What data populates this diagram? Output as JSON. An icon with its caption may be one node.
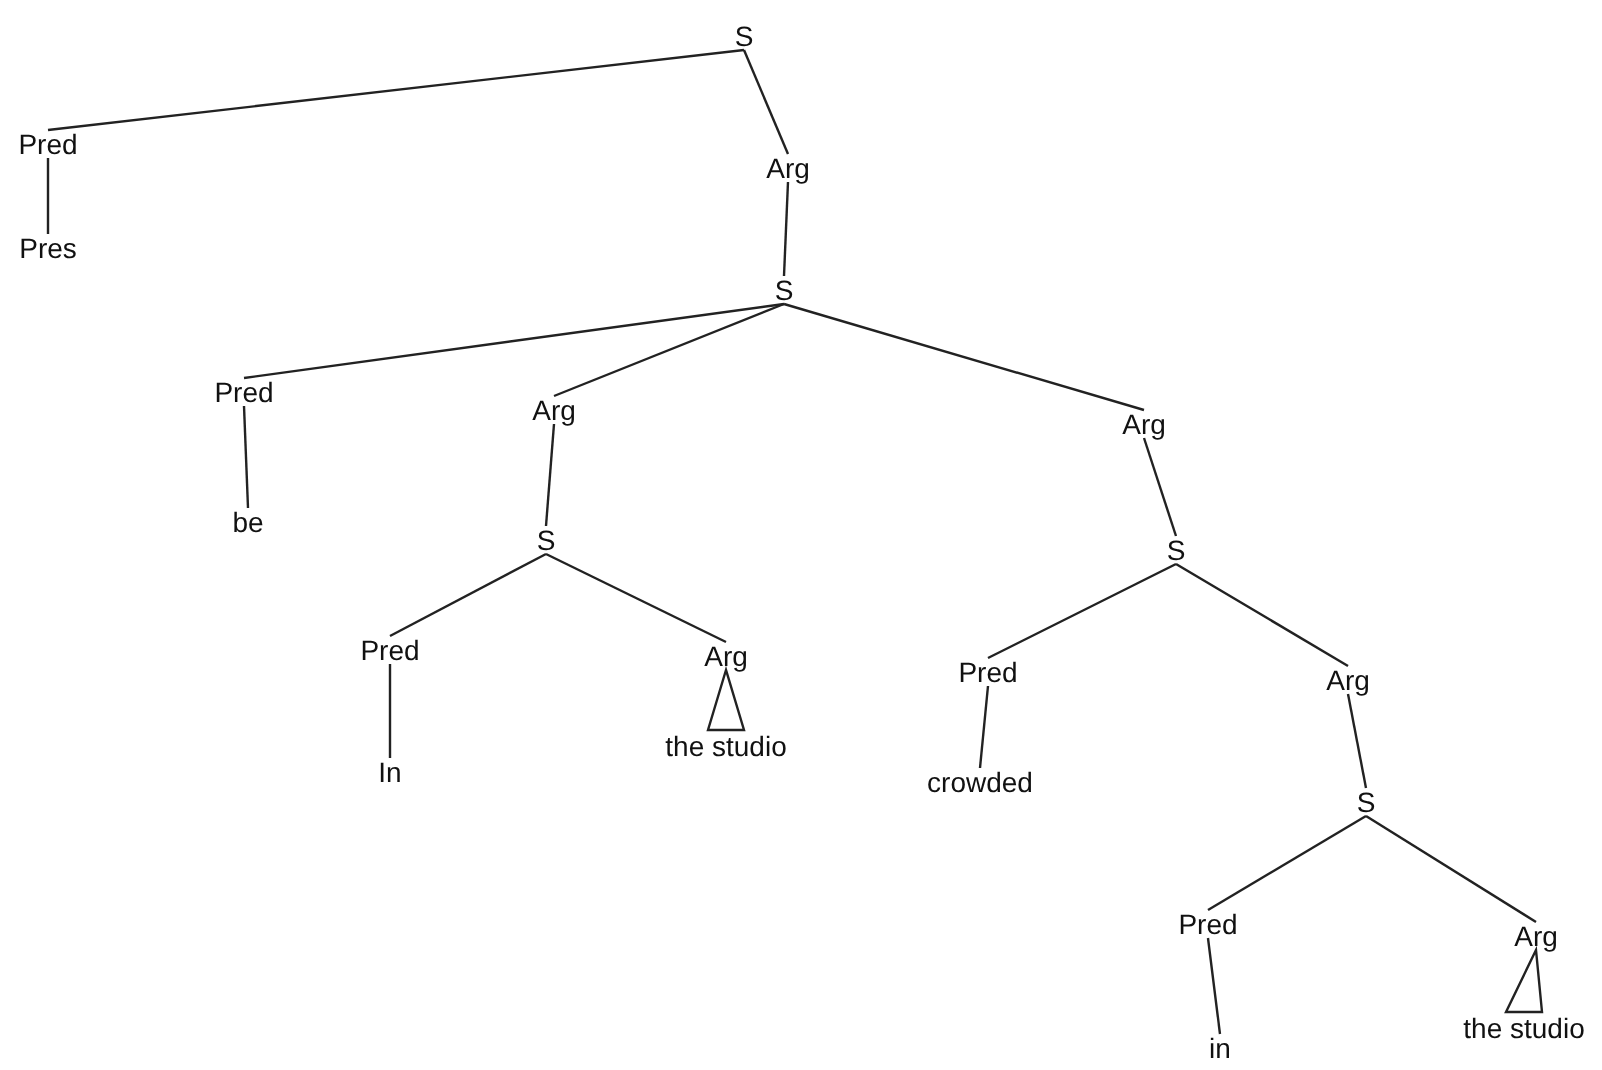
{
  "diagram": {
    "nodes": [
      {
        "text": [
          "S"
        ]
      },
      {
        "text": [
          "Pred"
        ]
      },
      {
        "text": [
          "Arg"
        ]
      },
      {
        "text": [
          "Pres"
        ]
      },
      {
        "text": [
          "S"
        ]
      },
      {
        "text": [
          "Pred"
        ]
      },
      {
        "text": [
          "Arg"
        ]
      },
      {
        "text": [
          "Arg"
        ]
      },
      {
        "text": [
          "be"
        ]
      },
      {
        "text": [
          "S"
        ]
      },
      {
        "text": [
          "S"
        ]
      },
      {
        "text": [
          "Pred"
        ]
      },
      {
        "text": [
          "Arg"
        ]
      },
      {
        "text": [
          "Pred"
        ]
      },
      {
        "text": [
          "Arg"
        ]
      },
      {
        "text": [
          "In"
        ]
      },
      {
        "text": [
          "the studio"
        ]
      },
      {
        "text": [
          "crowded"
        ]
      },
      {
        "text": [
          "S"
        ]
      },
      {
        "text": [
          "Pred"
        ]
      },
      {
        "text": [
          "Arg"
        ]
      },
      {
        "text": [
          "in"
        ]
      },
      {
        "text": [
          "the studio"
        ]
      }
    ],
    "edges": [
      {
        "from": 0,
        "to": 1,
        "arrow": "none"
      },
      {
        "from": 0,
        "to": 2,
        "arrow": "none"
      },
      {
        "from": 1,
        "to": 3,
        "arrow": "none"
      },
      {
        "from": 2,
        "to": 4,
        "arrow": "none"
      },
      {
        "from": 4,
        "to": 5,
        "arrow": "none"
      },
      {
        "from": 4,
        "to": 6,
        "arrow": "none"
      },
      {
        "from": 4,
        "to": 7,
        "arrow": "none"
      },
      {
        "from": 5,
        "to": 8,
        "arrow": "none"
      },
      {
        "from": 6,
        "to": 9,
        "arrow": "none"
      },
      {
        "from": 7,
        "to": 10,
        "arrow": "none"
      },
      {
        "from": 9,
        "to": 11,
        "arrow": "none"
      },
      {
        "from": 9,
        "to": 12,
        "arrow": "none"
      },
      {
        "from": 10,
        "to": 13,
        "arrow": "none"
      },
      {
        "from": 10,
        "to": 14,
        "arrow": "none"
      },
      {
        "from": 11,
        "to": 15,
        "arrow": "none"
      },
      {
        "from": 12,
        "to": 16,
        "arrow": "none"
      },
      {
        "from": 13,
        "to": 17,
        "arrow": "none"
      },
      {
        "from": 14,
        "to": 18,
        "arrow": "none"
      },
      {
        "from": 18,
        "to": 19,
        "arrow": "none"
      },
      {
        "from": 18,
        "to": 20,
        "arrow": "none"
      },
      {
        "from": 19,
        "to": 21,
        "arrow": "none"
      },
      {
        "from": 20,
        "to": 22,
        "arrow": "none"
      }
    ]
  }
}
